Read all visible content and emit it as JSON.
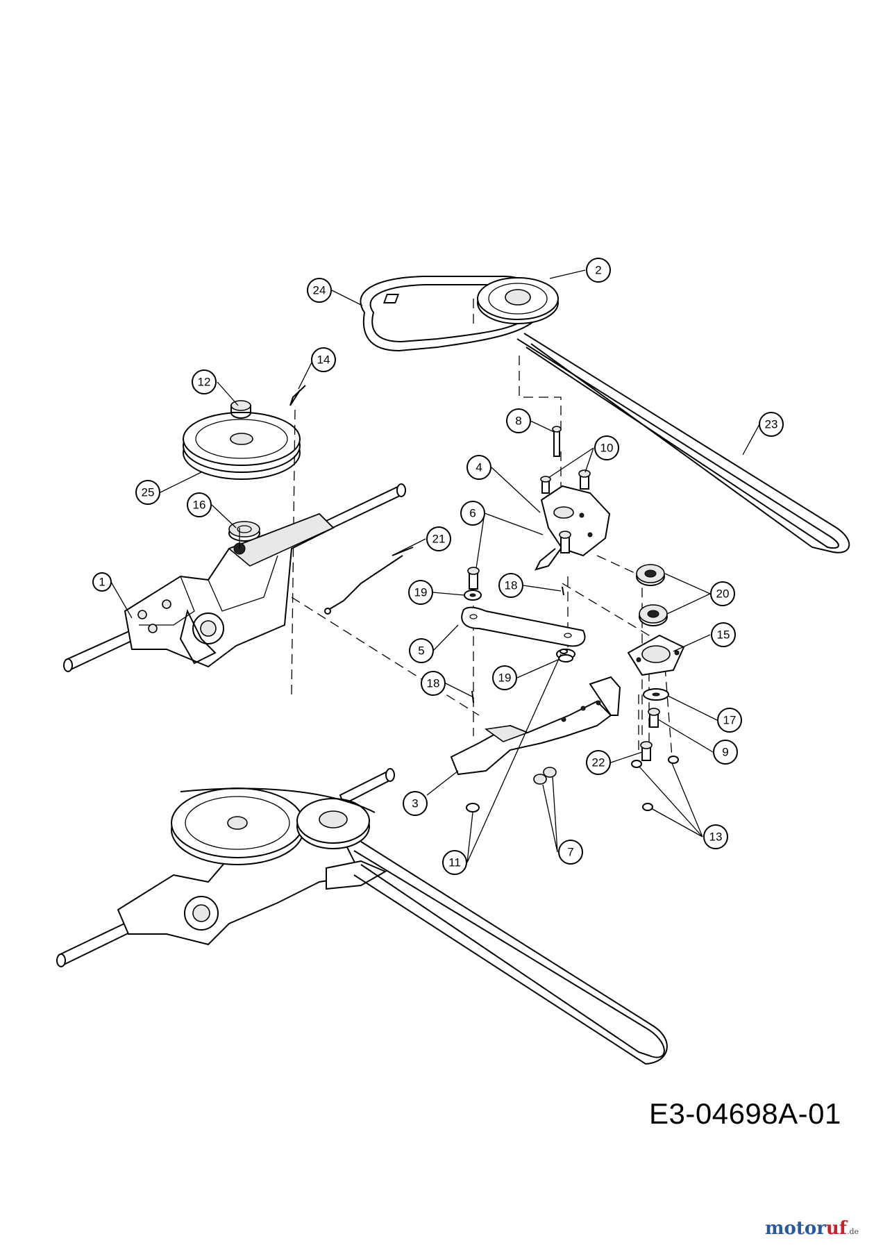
{
  "diagram": {
    "document_code": "E3-04698A-01",
    "watermark": {
      "part1": "motor",
      "part2": "uf",
      "suffix": ".de"
    },
    "callouts": [
      "1",
      "2",
      "3",
      "4",
      "5",
      "6",
      "7",
      "8",
      "9",
      "10",
      "11",
      "12",
      "13",
      "14",
      "15",
      "16",
      "17",
      "18",
      "18",
      "19",
      "19",
      "20",
      "21",
      "22",
      "23",
      "24",
      "25"
    ]
  }
}
